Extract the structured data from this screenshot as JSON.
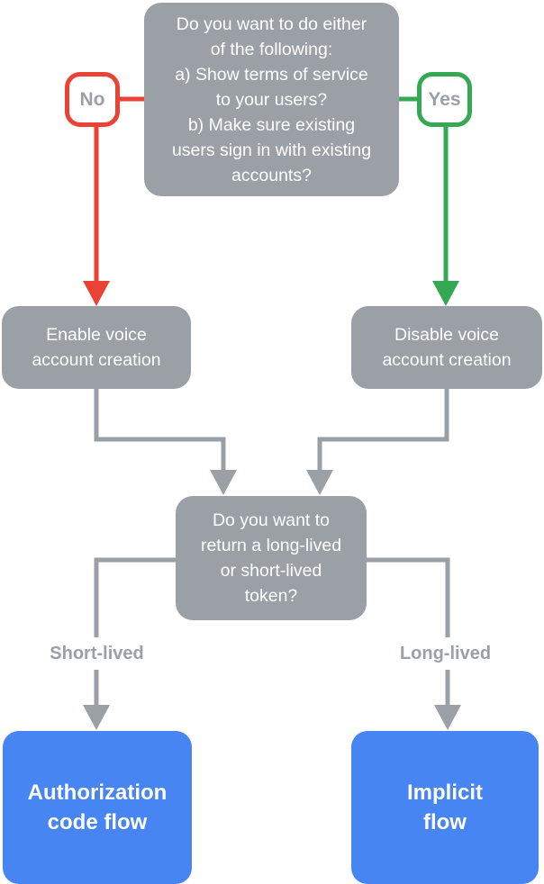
{
  "diagram": {
    "question1": {
      "text": "Do you want to do either\nof the following:\na) Show terms of service\nto your users?\nb) Make sure existing\nusers sign in with existing\naccounts?"
    },
    "answer_no": {
      "label": "No"
    },
    "answer_yes": {
      "label": "Yes"
    },
    "enable_node": {
      "text": "Enable voice\naccount creation"
    },
    "disable_node": {
      "text": "Disable voice\naccount creation"
    },
    "question2": {
      "text": "Do you want to\nreturn a long-lived\nor short-lived\ntoken?"
    },
    "branch_short": {
      "label": "Short-lived"
    },
    "branch_long": {
      "label": "Long-lived"
    },
    "outcome_auth_code": {
      "text": "Authorization\ncode flow"
    },
    "outcome_implicit": {
      "text": "Implicit\nflow"
    }
  },
  "colors": {
    "node_gray": "#9AA0A6",
    "no_red": "#EA4335",
    "yes_green": "#34A853",
    "outcome_blue": "#4685F2",
    "label_text_gray": "#9AA0A6",
    "node_text_white": "#FFFFFF",
    "connector_gray": "#9AA0A6"
  }
}
